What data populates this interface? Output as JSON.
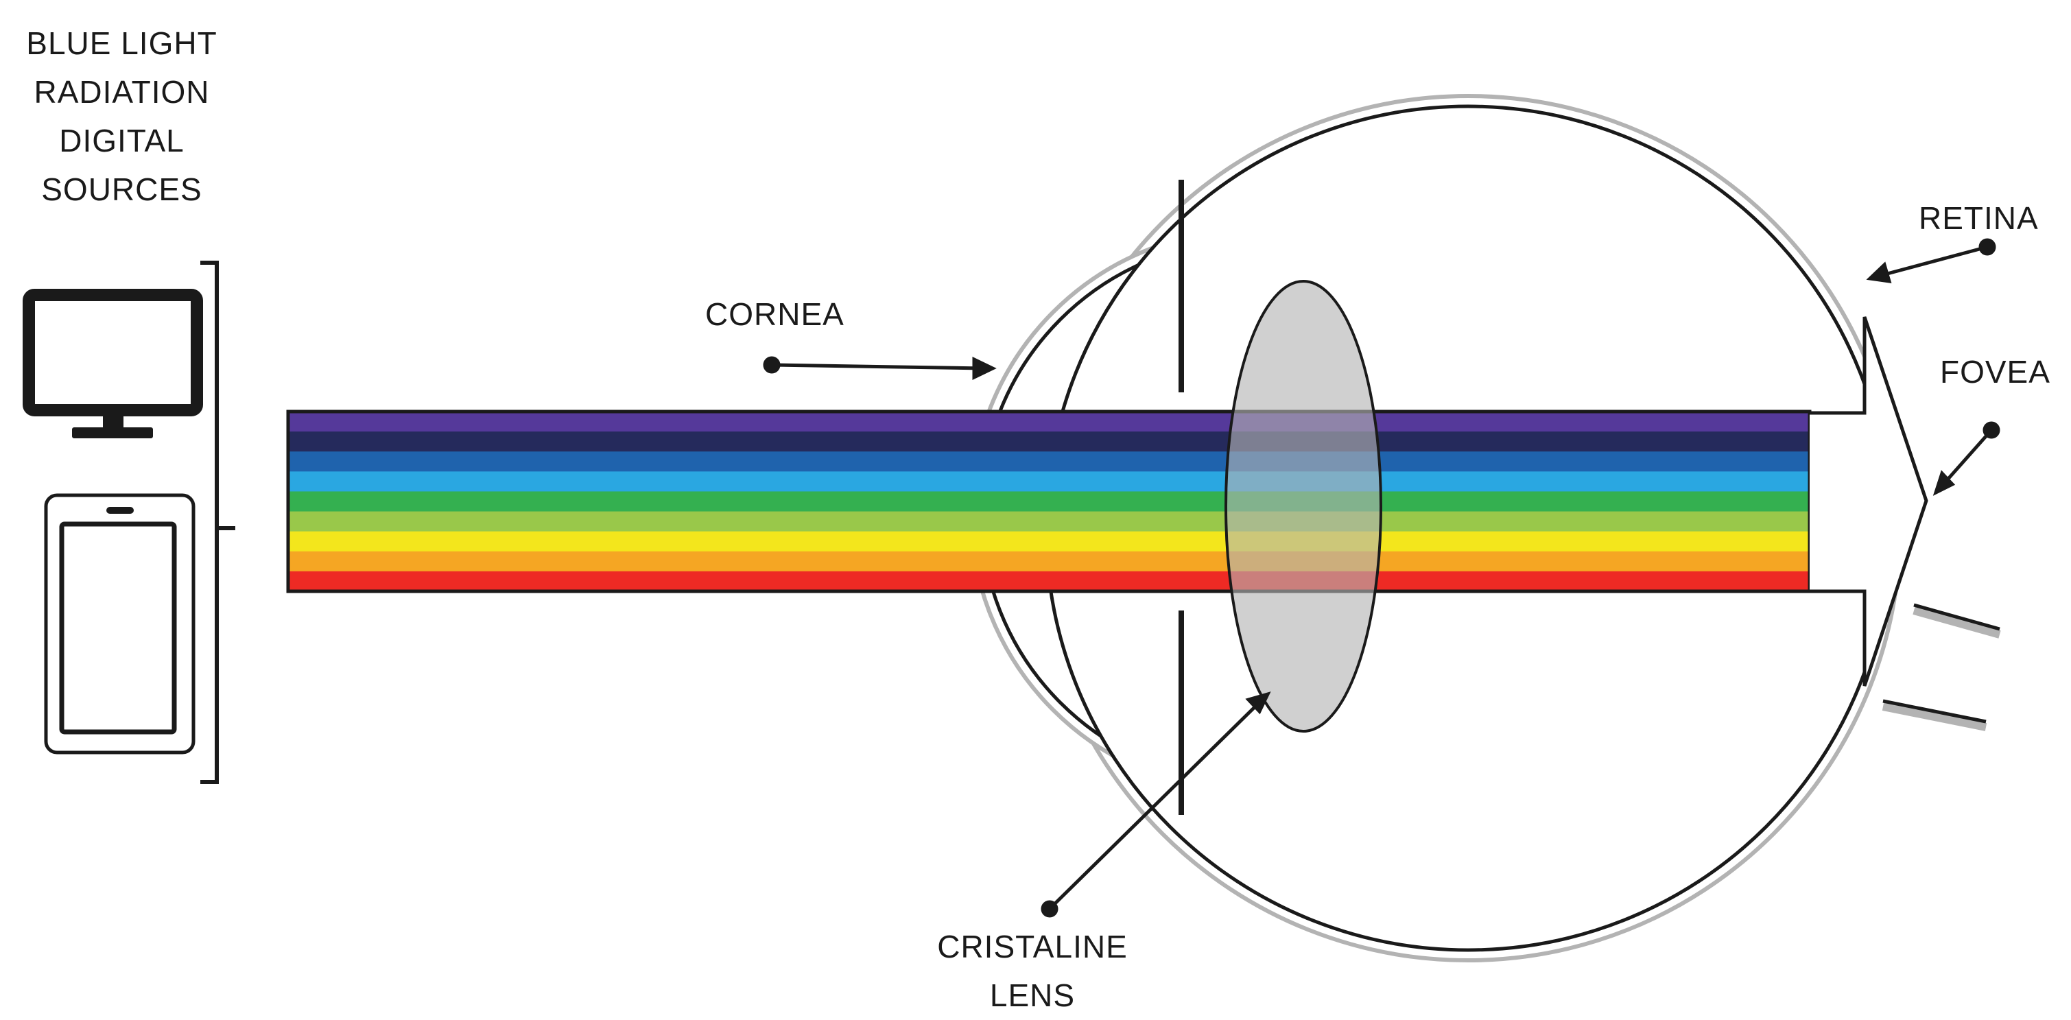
{
  "source_group": {
    "title_lines": [
      "BLUE LIGHT",
      "RADIATION",
      "DIGITAL",
      "SOURCES"
    ],
    "devices": [
      "monitor-icon",
      "tablet-icon"
    ]
  },
  "labels": {
    "cornea": "CORNEA",
    "retina": "RETINA",
    "fovea": "FOVEA",
    "lens_lines": [
      "CRISTALINE",
      "LENS"
    ]
  },
  "spectrum_colors": [
    "#55399a",
    "#252a5c",
    "#1f63ad",
    "#2aa7e1",
    "#34b050",
    "#99c84a",
    "#f3e61c",
    "#f5a623",
    "#ee2a24"
  ],
  "colors": {
    "outline": "#1a1a1a",
    "sclera_outer": "#b3b3b3",
    "lens_fill": "#b3b3b3"
  }
}
